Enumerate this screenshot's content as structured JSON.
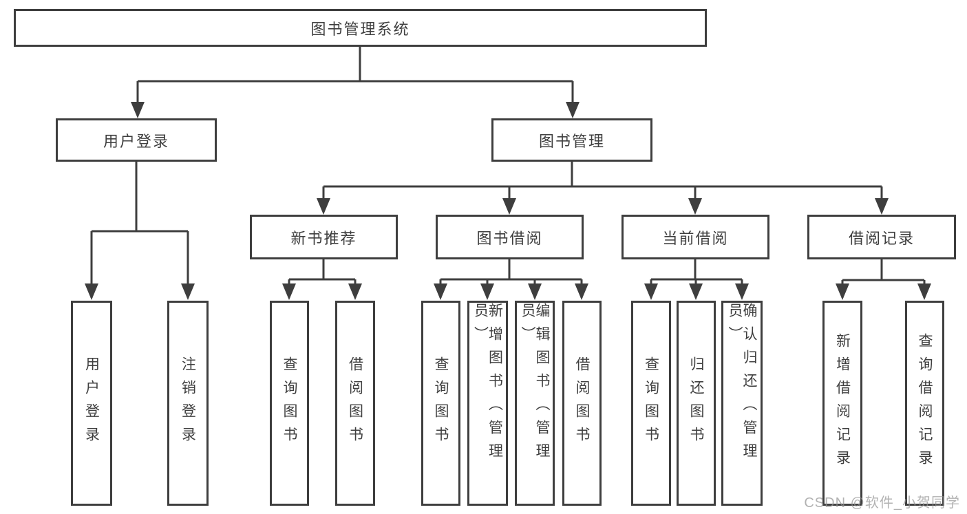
{
  "tree": {
    "label": "图书管理系统",
    "children": [
      {
        "label": "用户登录",
        "children": [
          {
            "label": "用户登录"
          },
          {
            "label": "注销登录"
          }
        ]
      },
      {
        "label": "图书管理",
        "children": [
          {
            "label": "新书推荐",
            "children": [
              {
                "label": "查询图书"
              },
              {
                "label": "借阅图书"
              }
            ]
          },
          {
            "label": "图书借阅",
            "children": [
              {
                "label": "查询图书"
              },
              {
                "label": "新增图书（管理员）"
              },
              {
                "label": "编辑图书（管理员）"
              },
              {
                "label": "借阅图书"
              }
            ]
          },
          {
            "label": "当前借阅",
            "children": [
              {
                "label": "查询图书"
              },
              {
                "label": "归还图书"
              },
              {
                "label": "确认归还（管理员）"
              }
            ]
          },
          {
            "label": "借阅记录",
            "children": [
              {
                "label": "新增借阅记录"
              },
              {
                "label": "查询借阅记录"
              }
            ]
          }
        ]
      }
    ]
  },
  "watermark": {
    "text": "CSDN @软件_小贺同学"
  },
  "colors": {
    "line": "#3e3e3e",
    "text": "#3f3f3f",
    "box_fill": "#ffffff",
    "background": "#ffffff",
    "watermark": "#949494"
  }
}
